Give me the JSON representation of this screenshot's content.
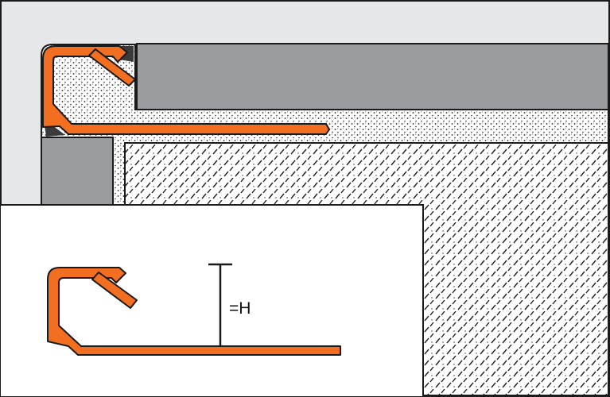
{
  "diagram": {
    "height_label": "=H",
    "colors": {
      "profile_orange": "#f26f21",
      "tile_grey": "#9a9c9f",
      "background_grey": "#e6e7e8",
      "outline": "#1a1a1a",
      "inset_panel": "#ffffff"
    },
    "parts": [
      "tile-profile-cross-section",
      "horizontal-tile",
      "vertical-tile",
      "tile-adhesive-bed",
      "substrate-wall",
      "profile-detail-inset",
      "height-dimension-marker"
    ]
  }
}
